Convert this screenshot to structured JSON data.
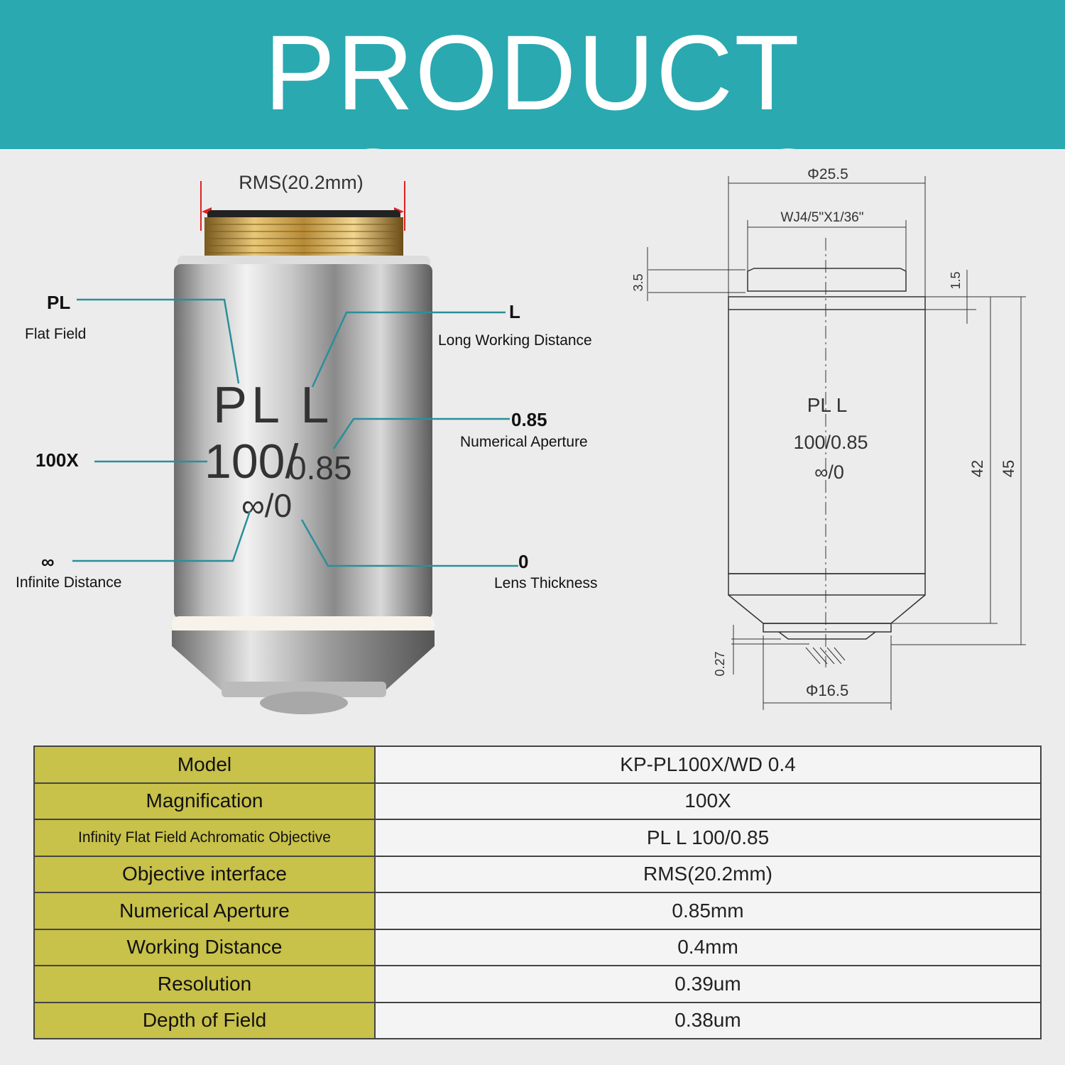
{
  "banner": {
    "title": "PRODUCT INFORMATION"
  },
  "photo": {
    "rms_label": "RMS(20.2mm)",
    "engraving": {
      "line1": "PL  L",
      "line2_left": "100/",
      "line2_right": "0.85",
      "line3": "∞/0"
    },
    "callouts": [
      {
        "title": "PL",
        "subtitle": "Flat Field"
      },
      {
        "title": "L",
        "subtitle": "Long Working Distance"
      },
      {
        "title": "0.85",
        "subtitle": "Numerical Aperture"
      },
      {
        "title": "100X",
        "subtitle": ""
      },
      {
        "title": "∞",
        "subtitle": "Infinite Distance"
      },
      {
        "title": "0",
        "subtitle": "Lens Thickness"
      }
    ]
  },
  "drawing": {
    "outer_diameter": "Φ25.5",
    "thread": "WJ4/5\"X1/36\"",
    "thread_height": "3.5",
    "shoulder": "1.5",
    "length_body": "42",
    "length_total": "45",
    "gap": "0.27",
    "front_diameter": "Φ16.5",
    "engraving": {
      "line1": "PL   L",
      "line2": "100/0.85",
      "line3": "∞/0"
    }
  },
  "table": {
    "rows": [
      {
        "label": "Model",
        "value": "KP-PL100X/WD 0.4"
      },
      {
        "label": "Magnification",
        "value": "100X"
      },
      {
        "label": "Infinity Flat Field Achromatic Objective",
        "value": "PL L 100/0.85"
      },
      {
        "label": "Objective interface",
        "value": "RMS(20.2mm)"
      },
      {
        "label": "Numerical Aperture",
        "value": "0.85mm"
      },
      {
        "label": "Working Distance",
        "value": "0.4mm"
      },
      {
        "label": "Resolution",
        "value": "0.39um"
      },
      {
        "label": "Depth of Field",
        "value": "0.38um"
      }
    ]
  },
  "colors": {
    "banner": "#2aa9b0",
    "label_cell": "#c8c14a",
    "callout_line": "#2a8f9a",
    "brass": "#c9a24a",
    "rms_arrow": "#e02020"
  }
}
